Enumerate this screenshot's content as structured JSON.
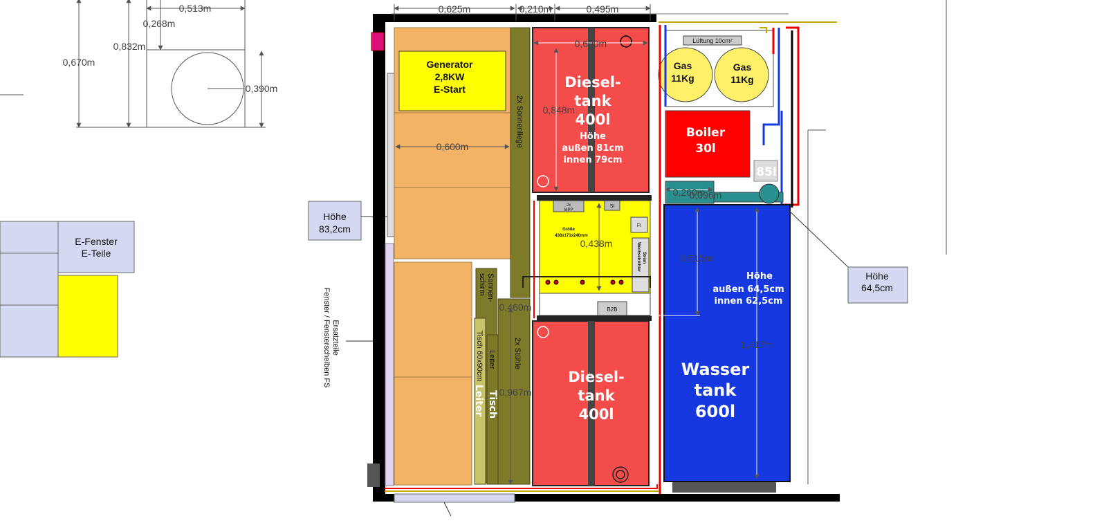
{
  "dims": {
    "d_0513": "0,513m",
    "d_0268": "0,268m",
    "d_0832": "0,832m",
    "d_0670": "0,670m",
    "d_0390": "0,390m",
    "top_0625": "0,625m",
    "top_0210": "0,210m",
    "top_0495": "0,495m",
    "d_0600_a": "0,600m",
    "d_0600_b": "0,600m",
    "d_0848": "0,848m",
    "d_0438": "0,438m",
    "d_0260": "0,260m",
    "d_0096": "0,096m",
    "d_0615": "0,615m",
    "d_1417": "1,417m",
    "d_0460": "0,460m",
    "d_0967": "0,967m"
  },
  "boxes": {
    "hoehe_832": [
      "Höhe",
      "83,2cm"
    ],
    "hoehe_645": [
      "Höhe",
      "64,5cm"
    ],
    "efenster": [
      "E-Fenster",
      "E-Teile"
    ]
  },
  "generator": [
    "Generator",
    "2,8KW",
    "E-Start"
  ],
  "diesel_top": {
    "title": [
      "Diesel-",
      "tank",
      "400l"
    ],
    "note": [
      "Höhe",
      "außen 81cm",
      "innen 79cm"
    ]
  },
  "diesel_bottom": {
    "title": [
      "Diesel-",
      "tank",
      "400l"
    ]
  },
  "gas": [
    [
      "Gas",
      "11Kg"
    ],
    [
      "Gas",
      "11Kg"
    ]
  ],
  "lueftung": "Lüftung 10cm²",
  "boiler": [
    "Boiler",
    "30l"
  ],
  "small_851": "85l",
  "water": {
    "note": [
      "Höhe",
      "außen 64,5cm",
      "innen 62,5cm"
    ],
    "title": [
      "Wasser",
      "tank",
      "600l"
    ]
  },
  "strips": {
    "sonnenliege": "2x Sonnenliege",
    "sonnenschirm": [
      "Sonnen-",
      "schirm"
    ],
    "tisch": "Tisch 60x90cm",
    "leiter_small": "Leiter",
    "leiter_big": "Leiter",
    "tisch_big": "Tisch",
    "stuehle": "2x Stühle",
    "ersatzteile": [
      "Ersatzteile",
      "Fenster / Fensterscheiben FS"
    ]
  },
  "electrics": {
    "mppt": [
      "2x",
      "MPP"
    ],
    "si": "SI",
    "fi": "FI",
    "groesse": [
      "Größe",
      "438x171x240mm"
    ],
    "wechselrichter": [
      "Strom",
      "Wechselrichter"
    ],
    "b2b": "B2B"
  },
  "colors": {
    "orange": "#f2b366",
    "red": "#f44b4b",
    "yellow": "#ffff00",
    "olive": "#7d7a2a",
    "blue": "#1538e0",
    "boiler": "#ff0000",
    "lavender": "#d4d8f0",
    "gas": "#fff06a"
  }
}
